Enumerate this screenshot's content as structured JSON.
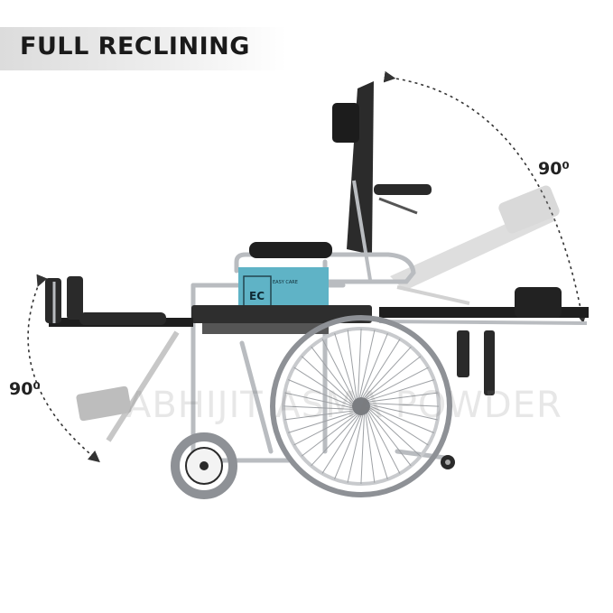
{
  "banner": {
    "title": "FULL RECLINING"
  },
  "annotations": {
    "backrest_angle": "90⁰",
    "legrest_angle": "90⁰"
  },
  "product": {
    "badge_text": "EASY CARE",
    "badge_mark": "EC"
  },
  "watermark": "ABHIJIT ASMA POWDER",
  "colors": {
    "frame": "#b9bcc0",
    "frame_dark": "#6d7075",
    "seat": "#2a2a2a",
    "accent": "#5fb3c6",
    "tire": "#8e9196",
    "arrow": "#333333"
  },
  "icons": {
    "wheel": "large-rear-wheel-icon",
    "caster": "front-caster-wheel-icon"
  }
}
